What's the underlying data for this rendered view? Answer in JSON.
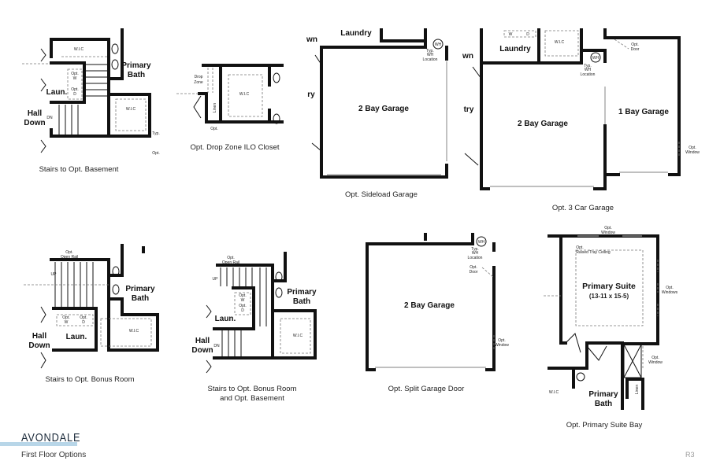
{
  "document": {
    "brand": "AVONDALE",
    "subtitle": "First Floor Options",
    "page_code": "R3",
    "accent_color": "#b8d6e8"
  },
  "plans": [
    {
      "caption": "Stairs to Opt. Basement",
      "labels": [
        "W.I.C",
        "Primary",
        "Bath",
        "Opt.",
        "W",
        "Opt.",
        "D",
        "Laun.",
        "Hall",
        "Down",
        "DN",
        "W.I.C",
        "Typ.",
        "Opt."
      ]
    },
    {
      "caption": "Opt. Drop Zone ILO Closet",
      "labels": [
        "Drop",
        "Zone",
        "W.I.C",
        "Linen",
        "Opt."
      ]
    },
    {
      "caption": "Opt. Sideload Garage",
      "labels": [
        "Laundry",
        "WH",
        "Typ.",
        "WH",
        "Location",
        "ry",
        "2 Bay Garage",
        "wn"
      ]
    },
    {
      "caption": "Opt. 3 Car Garage",
      "labels": [
        "Laundry",
        "W",
        "D",
        "W.I.C",
        "WH",
        "Typ.",
        "WH",
        "Location",
        "Opt.",
        "Door",
        "2 Bay Garage",
        "1 Bay Garage",
        "Opt.",
        "Window",
        "try",
        "wn"
      ]
    },
    {
      "caption": "Stairs to Opt. Bonus Room",
      "labels": [
        "Opt.",
        "Open Rail",
        "UP",
        "Primary",
        "Bath",
        "Opt.",
        "W",
        "Opt.",
        "D",
        "Hall",
        "Down",
        "Laun.",
        "W.I.C"
      ]
    },
    {
      "caption": "Stairs to Opt. Bonus Room",
      "caption2": "and Opt. Basement",
      "labels": [
        "Opt.",
        "Open Rail",
        "UP",
        "Primary",
        "Bath",
        "Opt.",
        "W",
        "Opt.",
        "D",
        "Laun.",
        "Hall",
        "Down",
        "DN",
        "W.I.C"
      ]
    },
    {
      "caption": "Opt. Split Garage Door",
      "labels": [
        "WH",
        "Typ.",
        "WH",
        "Location",
        "Opt.",
        "Door",
        "2 Bay Garage",
        "Opt.",
        "Window"
      ]
    },
    {
      "caption": "Opt. Primary Suite Bay",
      "labels": [
        "Opt.",
        "Window",
        "Opt.",
        "Raised Tray Ceiling",
        "Primary Suite",
        "(13-11 x 15-5)",
        "Opt.",
        "Windows",
        "Opt.",
        "Window",
        "Primary",
        "Bath",
        "Linen",
        "W.I.C"
      ]
    }
  ]
}
